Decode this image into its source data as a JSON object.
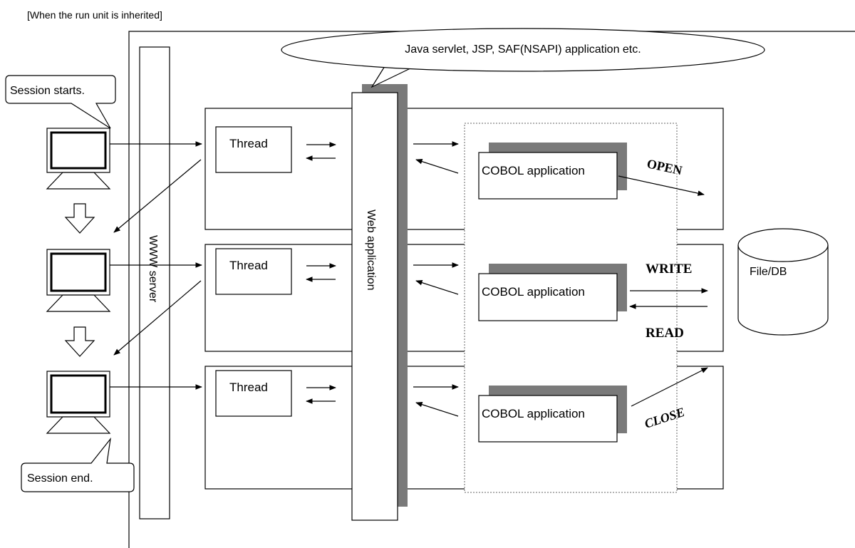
{
  "caption": "[When the run unit is inherited]",
  "callout_top": "Java servlet, JSP, SAF(NSAPI) application etc.",
  "callout_session_start": "Session starts.",
  "callout_session_end": "Session end.",
  "www_server": "WWW server",
  "web_application": "Web application",
  "thread_label": "Thread",
  "cobol_label": "COBOL application",
  "file_db": "File/DB",
  "ops": {
    "open": "OPEN",
    "write": "WRITE",
    "read": "READ",
    "close": "CLOSE"
  },
  "colors": {
    "line": "#000000",
    "shadow": "#7a7a7a",
    "background": "#ffffff",
    "dotted": "#666666"
  }
}
